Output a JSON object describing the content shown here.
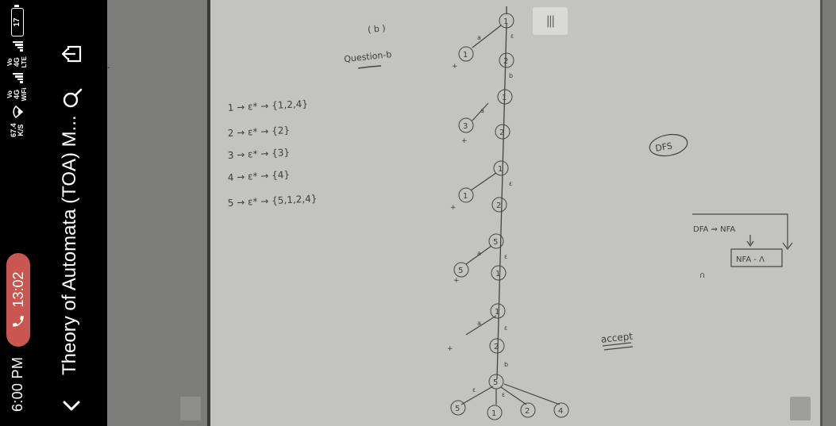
{
  "status_bar": {
    "time": "6:00 PM",
    "call_duration": "13:02",
    "net_speed_value": "67.4",
    "net_speed_unit": "K/S",
    "wifi_top": "Vo",
    "wifi_mid": "4G",
    "wifi_bottom": "WiFi",
    "lte_top": "Vo",
    "lte_mid": "4G",
    "lte_bottom": "LTE",
    "battery": "17"
  },
  "app_bar": {
    "title": "Theory of Automata (TOA) M..."
  },
  "player": {
    "pause_label": "|||"
  },
  "whiteboard": {
    "heading_top": "( b )",
    "heading": "Question-b",
    "closures": [
      "1 → ε* → {1,2,4}",
      "2 → ε* → {2}",
      "3 → ε* → {3}",
      "4 → ε* → {4}",
      "5 → ε* → {5,1,2,4}"
    ],
    "dfs_label": "DFS",
    "conversion_top": "DFA ⇒ NFA",
    "conversion_box": "NFA - Λ",
    "accept_label": "accept",
    "edge_a": "a",
    "edge_b": "b",
    "edge_e": "ε",
    "tree_nodes": [
      "1",
      "2",
      "1",
      "3",
      "1",
      "2",
      "1",
      "2",
      "5",
      "5",
      "1",
      "1",
      "1",
      "2",
      "5",
      "5",
      "1",
      "2",
      "4"
    ]
  }
}
